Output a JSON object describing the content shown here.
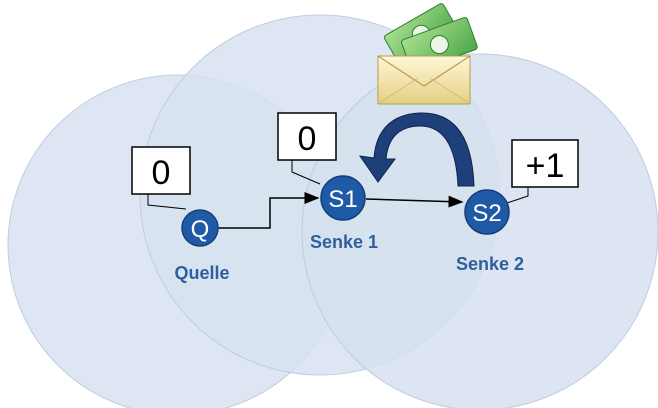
{
  "nodes": {
    "q": {
      "symbol": "Q",
      "label": "Quelle",
      "count": "0"
    },
    "s1": {
      "symbol": "S1",
      "label": "Senke 1",
      "count": "0"
    },
    "s2": {
      "symbol": "S2",
      "label": "Senke 2",
      "count": "+1"
    }
  },
  "colors": {
    "range_fill": "#dbe5f1",
    "range_overlap": "#c7d5e9",
    "range_stroke": "#bfcde2",
    "node_fill": "#1f5aa6",
    "node_stroke": "#163f7a",
    "label": "#2f5f9d",
    "arrow_fill": "#1f3f7a",
    "cash_green": "#69bd5b",
    "envelope": "#f3e6a6"
  },
  "icons": {
    "payment": "envelope-money-icon",
    "transfer": "curved-arrow-icon"
  }
}
